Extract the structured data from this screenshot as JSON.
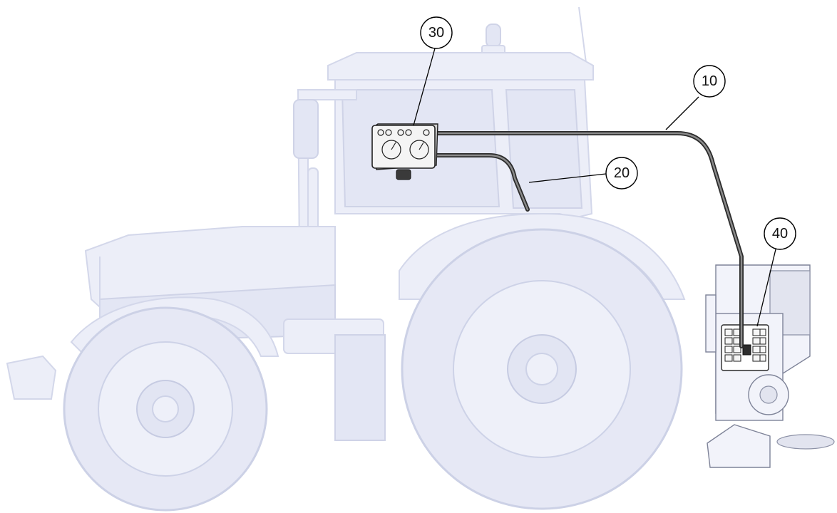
{
  "callouts": [
    {
      "id": "c10",
      "label": "10"
    },
    {
      "id": "c20",
      "label": "20"
    },
    {
      "id": "c30",
      "label": "30"
    },
    {
      "id": "c40",
      "label": "40"
    }
  ],
  "colors": {
    "tractor_ghost": "#eceef8",
    "tractor_outline": "#d3d7ea",
    "cable": "#2b2b2b",
    "callout_stroke": "#000000"
  }
}
